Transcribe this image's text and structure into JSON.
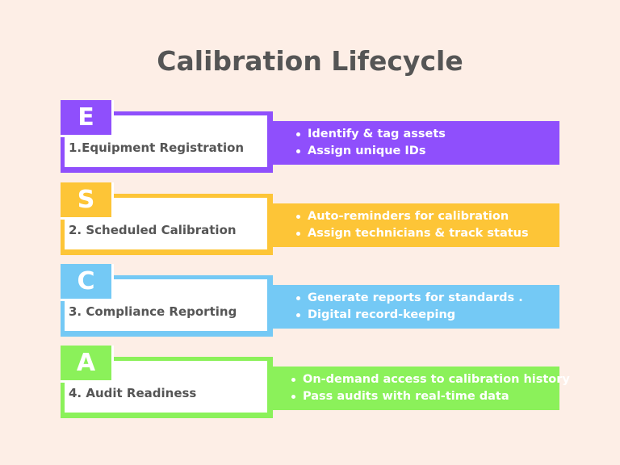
{
  "title": "Calibration Lifecycle",
  "colors": {
    "background": "#fdeee6",
    "title_text": "#555555",
    "purple": "#8f4ffc",
    "yellow": "#fdc537",
    "blue": "#74c9f5",
    "green": "#8bf15a"
  },
  "steps": [
    {
      "letter": "E",
      "label": "1.Equipment Registration",
      "color": "#8f4ffc",
      "bullets": [
        "Identify & tag assets",
        "Assign unique IDs"
      ]
    },
    {
      "letter": "S",
      "label": "2. Scheduled Calibration",
      "color": "#fdc537",
      "bullets": [
        "Auto-reminders for calibration",
        "Assign technicians & track status"
      ]
    },
    {
      "letter": "C",
      "label": "3. Compliance Reporting",
      "color": "#74c9f5",
      "bullets": [
        "Generate reports for standards .",
        "Digital record-keeping"
      ]
    },
    {
      "letter": "A",
      "label": "4. Audit Readiness",
      "color": "#8bf15a",
      "bullets": [
        "On-demand access to calibration history",
        "Pass audits with real-time data"
      ]
    }
  ]
}
